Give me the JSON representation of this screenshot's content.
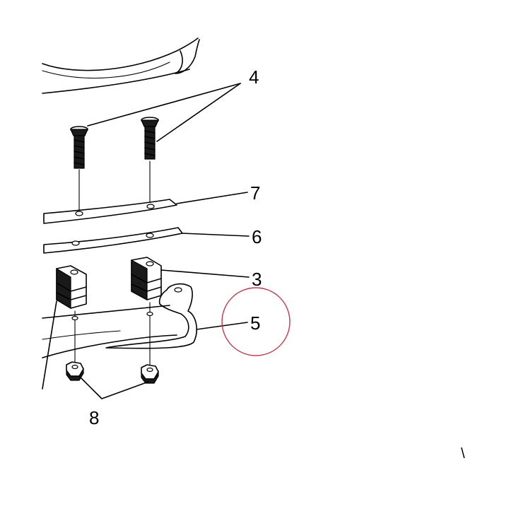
{
  "diagram": {
    "labels": {
      "screws": "4",
      "upper_strip": "7",
      "lower_strip": "6",
      "bumper_block": "3",
      "bracket": "5",
      "nuts": "8"
    },
    "colors": {
      "line": "#000000",
      "highlight_circle": "#c0394b",
      "background": "#ffffff"
    },
    "corner_mark": "\\"
  }
}
